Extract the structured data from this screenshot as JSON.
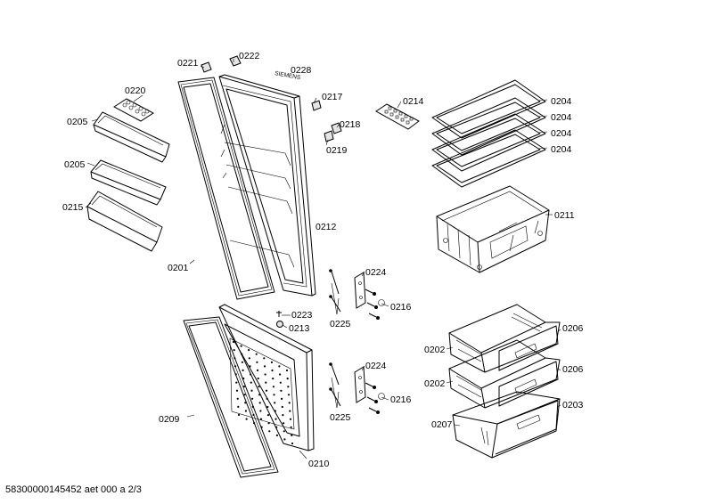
{
  "labels": {
    "p0221": "0221",
    "p0222": "0222",
    "p0228": "0228",
    "p0220": "0220",
    "p0217": "0217",
    "p0214": "0214",
    "p0218": "0218",
    "p0219": "0219",
    "p0205a": "0205",
    "p0205b": "0205",
    "p0215": "0215",
    "p0201": "0201",
    "p0212": "0212",
    "p0204a": "0204",
    "p0204b": "0204",
    "p0204c": "0204",
    "p0204d": "0204",
    "p0211": "0211",
    "p0224a": "0224",
    "p0216a": "0216",
    "p0225a": "0225",
    "p0223": "0223",
    "p0213": "0213",
    "p0224b": "0224",
    "p0216b": "0216",
    "p0225b": "0225",
    "p0209": "0209",
    "p0210": "0210",
    "p0206a": "0206",
    "p0206b": "0206",
    "p0202a": "0202",
    "p0202b": "0202",
    "p0203": "0203",
    "p0207": "0207"
  },
  "brand_mark": "SIEMENS",
  "footer": "58300000145452 aet 000 a 2/3"
}
